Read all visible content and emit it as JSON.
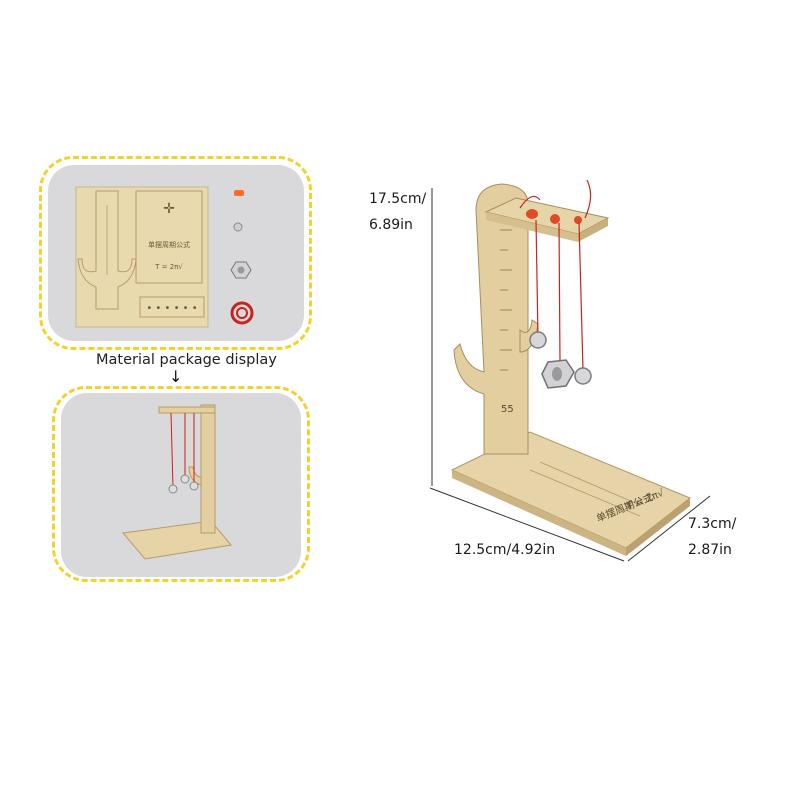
{
  "material_caption": "Material package display",
  "dimensions": {
    "height_cm": "17.5cm/",
    "height_in": "6.89in",
    "length": "12.5cm/4.92in",
    "width_cm": "7.3cm/",
    "width_in": "2.87in"
  },
  "panel_formula_text": "单摆周期公式",
  "panel_formula": "T = 2π√",
  "colors": {
    "frame_dash": "#f3d22e",
    "wood": "#e6d3a6",
    "string": "#c8231d"
  }
}
